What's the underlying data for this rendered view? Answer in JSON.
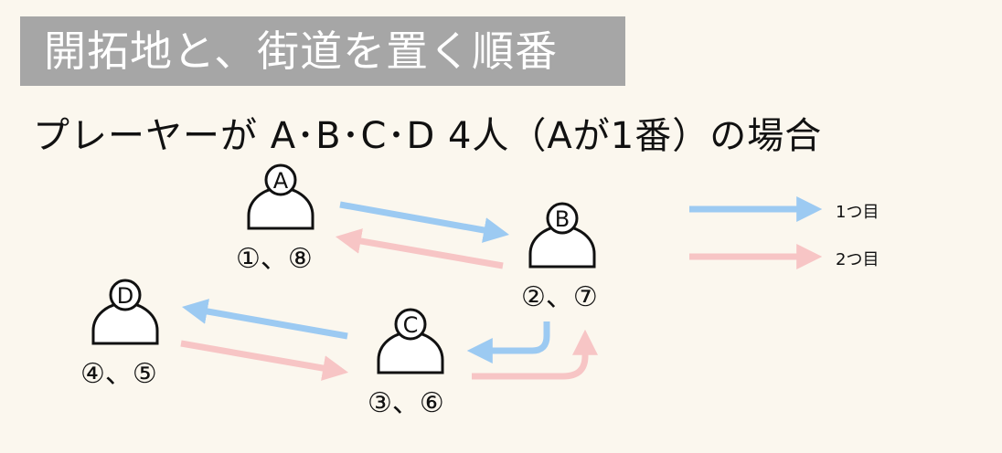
{
  "title": "開拓地と、街道を置く順番",
  "subtitle": "プレーヤーが A･B･C･D 4人（Aが1番）の場合",
  "players": [
    {
      "letter": "A",
      "order": "①、⑧"
    },
    {
      "letter": "B",
      "order": "②、⑦"
    },
    {
      "letter": "C",
      "order": "③、⑥"
    },
    {
      "letter": "D",
      "order": "④、⑤"
    }
  ],
  "legend": [
    {
      "label": "1つ目",
      "color": "#9ccaf2"
    },
    {
      "label": "2つ目",
      "color": "#f7c5c5"
    }
  ],
  "colors": {
    "first_round": "#9ccaf2",
    "second_round": "#f7c5c5",
    "title_bg": "#a6a6a6"
  }
}
